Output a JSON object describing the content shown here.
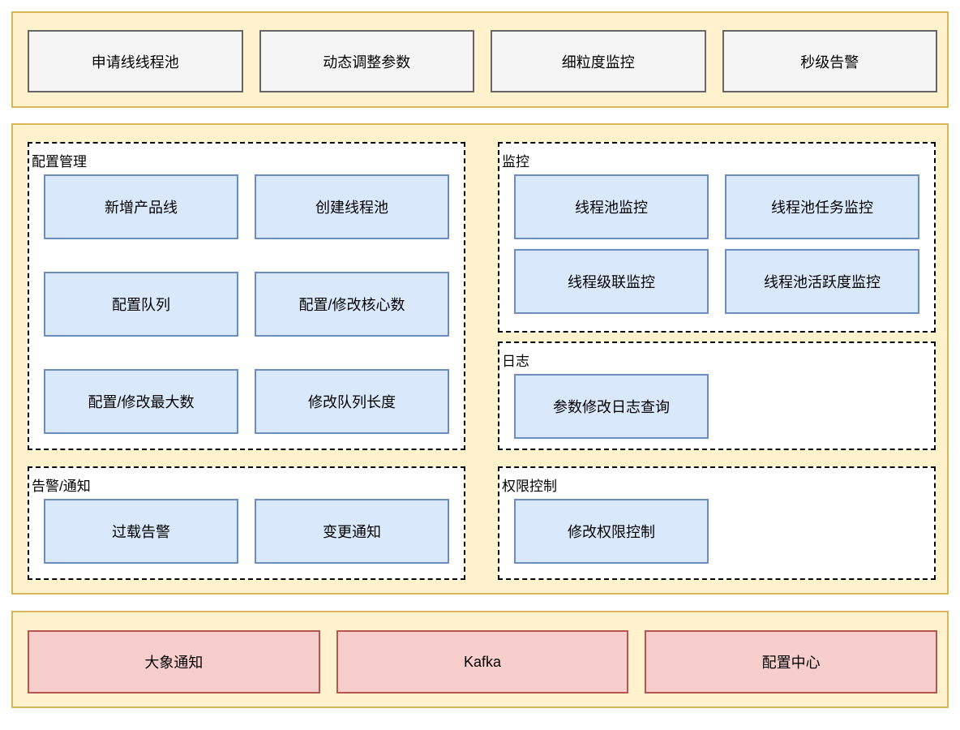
{
  "colors": {
    "band_bg": "#FFF2CC",
    "band_border": "#D6B656",
    "neutral_bg": "#F5F5F5",
    "neutral_border": "#666666",
    "blue_bg": "#DAE8FC",
    "blue_border": "#6C8EBF",
    "pink_bg": "#F8CECC",
    "pink_border": "#B85450",
    "panel_bg": "#FFFFFF",
    "panel_border": "#000000",
    "text": "#000000"
  },
  "top": {
    "items": [
      "申请线线程池",
      "动态调整参数",
      "细粒度监控",
      "秒级告警"
    ]
  },
  "middle": {
    "config": {
      "title": "配置管理",
      "items": [
        "新增产品线",
        "创建线程池",
        "配置队列",
        "配置/修改核心数",
        "配置/修改最大数",
        "修改队列长度"
      ]
    },
    "alerts": {
      "title": "告警/通知",
      "items": [
        "过载告警",
        "变更通知"
      ]
    },
    "monitor": {
      "title": "监控",
      "items": [
        "线程池监控",
        "线程池任务监控",
        "线程级联监控",
        "线程池活跃度监控"
      ]
    },
    "log": {
      "title": "日志",
      "items": [
        "参数修改日志查询"
      ]
    },
    "permission": {
      "title": "权限控制",
      "items": [
        "修改权限控制"
      ]
    }
  },
  "bottom": {
    "items": [
      "大象通知",
      "Kafka",
      "配置中心"
    ]
  }
}
